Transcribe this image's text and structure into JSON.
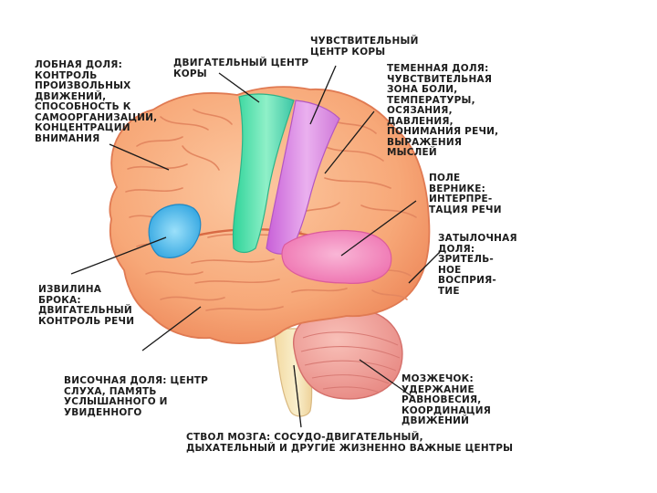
{
  "labels": {
    "frontal": [
      "ЛОБНАЯ ДОЛЯ:",
      "КОНТРОЛЬ",
      "ПРОИЗВОЛЬНЫХ",
      "ДВИЖЕНИЙ,",
      "СПОСОБНОСТЬ К",
      "САМООРГАНИЗАЦИИ,",
      "КОНЦЕНТРАЦИИ",
      "ВНИМАНИЯ"
    ],
    "motor": [
      "ДВИГАТЕЛЬНЫЙ ЦЕНТР",
      "КОРЫ"
    ],
    "sensory": [
      "ЧУВСТВИТЕЛЬНЫЙ",
      "ЦЕНТР КОРЫ"
    ],
    "parietal": [
      "ТЕМЕННАЯ ДОЛЯ:",
      "ЧУВСТВИТЕЛЬНАЯ",
      "ЗОНА БОЛИ,",
      "ТЕМПЕРАТУРЫ,",
      "ОСЯЗАНИЯ,",
      "ДАВЛЕНИЯ,",
      "ПОНИМАНИЯ РЕЧИ,",
      "ВЫРАЖЕНИЯ",
      "МЫСЛЕЙ"
    ],
    "wernicke": [
      "ПОЛЕ",
      "ВЕРНИКЕ:",
      "ИНТЕРПРЕ-",
      "ТАЦИЯ РЕЧИ"
    ],
    "occipital": [
      "ЗАТЫЛОЧНАЯ",
      "ДОЛЯ:",
      "ЗРИТЕЛЬ-",
      "НОЕ",
      "ВОСПРИЯ-",
      "ТИЕ"
    ],
    "broca": [
      "ИЗВИЛИНА",
      "БРОКА:",
      "ДВИГАТЕЛЬНЫЙ",
      "КОНТРОЛЬ РЕЧИ"
    ],
    "temporal": [
      "ВИСОЧНАЯ ДОЛЯ: ЦЕНТР",
      "СЛУХА, ПАМЯТЬ",
      "УСЛЫШАННОГО И",
      "УВИДЕННОГО"
    ],
    "cerebellum": [
      "МОЗЖЕЧОК:",
      "УДЕРЖАНИЕ",
      "РАВНОВЕСИЯ,",
      "КООРДИНАЦИЯ",
      "ДВИЖЕНИЙ"
    ],
    "brainstem": [
      "СТВОЛ МОЗГА: СОСУДО-ДВИГАТЕЛЬНЫЙ,",
      "ДЫХАТЕЛЬНЫЙ И ДРУГИЕ ЖИЗНЕННО ВАЖНЫЕ ЦЕНТРЫ"
    ]
  },
  "colors": {
    "cortex": "#f9b084",
    "cortex_dark": "#e8825a",
    "motor_strip": "#5fe0b0",
    "sensory_strip": "#d68ae0",
    "wernicke_area": "#f48cc0",
    "broca_area": "#5bbde8",
    "cerebellum": "#f4a5a0",
    "brainstem": "#f6e4b0",
    "leader_line": "#1a1a1a"
  }
}
